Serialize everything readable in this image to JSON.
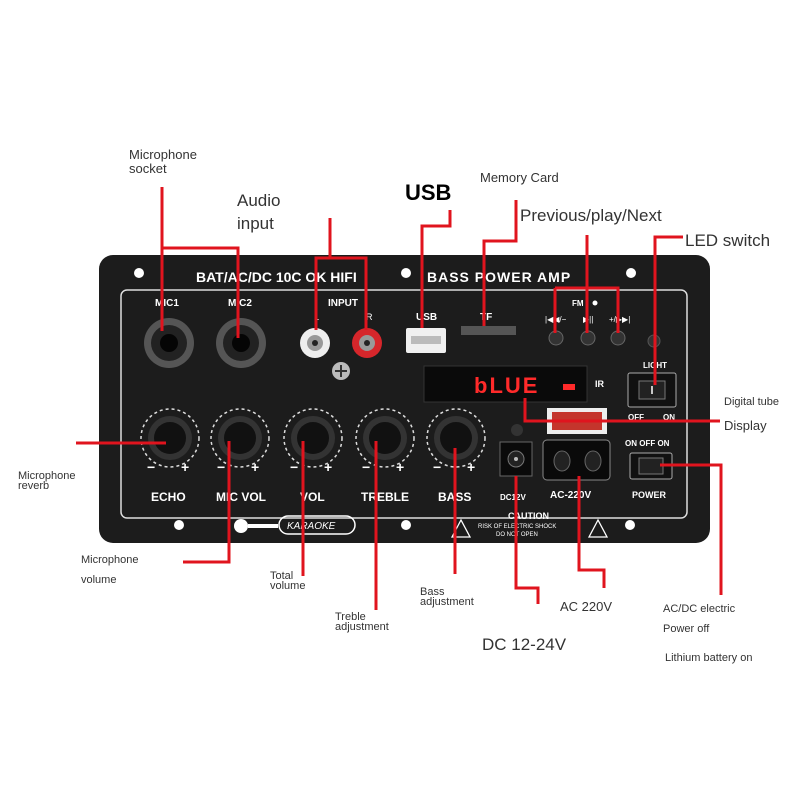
{
  "colors": {
    "leader": "#e0141e",
    "board": "#1c1c1c",
    "board_line": "#dddddd",
    "led_digits": "#ff2a2a",
    "background": "#ffffff"
  },
  "board": {
    "title": "BAT/AC/DC 10C OK  HIFI",
    "title_right": "BASS POWER AMP",
    "mic1": "MIC1",
    "mic2": "MIC2",
    "input": "INPUT",
    "input_l": "L",
    "input_r": "R",
    "usb": "USB",
    "tf": "TF",
    "fm": "FM",
    "prev": "|◀◀/−",
    "play": "▶||",
    "next": "+/▶▶|",
    "light": "LIGHT",
    "light_off": "OFF",
    "light_on": "ON",
    "display_text": "bLUE",
    "ir": "IR",
    "power_switch_label": "ON OFF ON",
    "power": "POWER",
    "echo": "ECHO",
    "mic_vol": "MIC VOL",
    "vol": "VOL",
    "treble": "TREBLE",
    "bass": "BASS",
    "dc12v": "DC12V",
    "ac220v": "AC-220V",
    "karaoke": "KARAOKE",
    "caution": "CAUTION",
    "caution_1": "RISK OF ELECTRIC SHOCK",
    "caution_2": "DO NOT OPEN"
  },
  "callouts": {
    "mic_socket": "Microphone\nsocket",
    "audio_input": "Audio\ninput",
    "usb": "USB",
    "memory_card": "Memory Card",
    "prev_play_next": "Previous/play/Next",
    "led_switch": "LED switch",
    "digital_tube": "Digital tube",
    "display": "Display",
    "mic_reverb": "Microphone\nreverb",
    "mic_volume_1": "Microphone",
    "mic_volume_2": "volume",
    "total_volume": "Total\nvolume",
    "treble_adj": "Treble\nadjustment",
    "bass_adj": "Bass\nadjustment",
    "dc": "DC 12-24V",
    "ac": "AC 220V",
    "acdc_1": "AC/DC electric",
    "acdc_2": "Power off",
    "lithium": "Lithium battery on"
  }
}
